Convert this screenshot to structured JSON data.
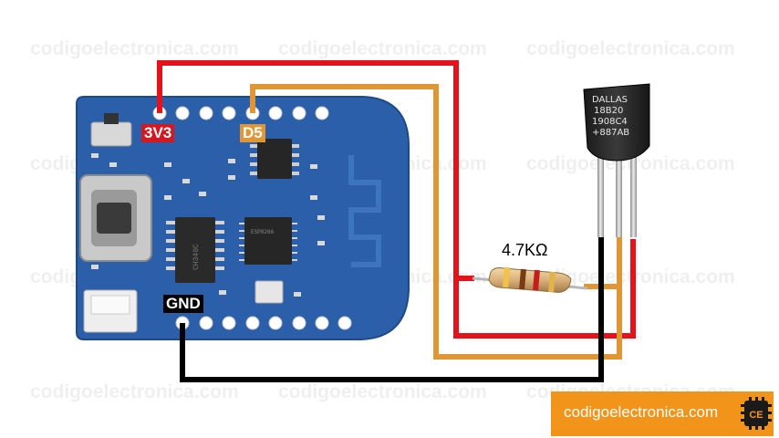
{
  "watermark": "codigoelectronica.com",
  "pins": {
    "v33": "3V3",
    "d5": "D5",
    "gnd": "GND"
  },
  "board": {
    "usb_chip": "CH340C",
    "mcu_marking": "ESP8266"
  },
  "resistor": {
    "value": "4.7KΩ"
  },
  "sensor": {
    "line1": "DALLAS",
    "line2": "18B20",
    "line3": "1908C4",
    "line4": "+887AB"
  },
  "brand": {
    "text": "codigoelectronica.com",
    "logo_text": "CE"
  },
  "colors": {
    "wire_power": "#e4131b",
    "wire_data": "#e19635",
    "wire_ground": "#000000",
    "board": "#2b5fa8",
    "brand": "#f29419"
  }
}
